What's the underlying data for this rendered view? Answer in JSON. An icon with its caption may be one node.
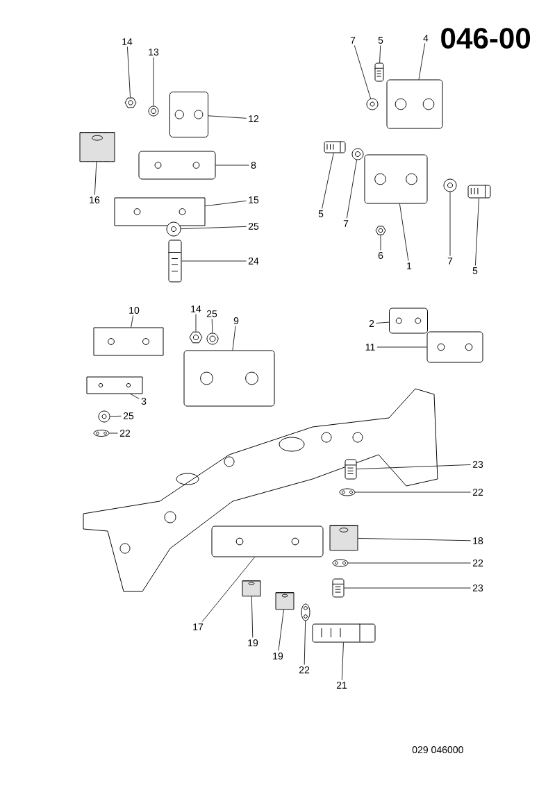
{
  "diagram": {
    "title": "046-00",
    "nodes": [
      {
        "text": [
          "14"
        ]
      },
      {
        "text": [],
        "shape": "picture"
      },
      {
        "text": [
          "13"
        ]
      },
      {
        "text": [],
        "shape": "picture"
      },
      {
        "text": [
          "12"
        ]
      },
      {
        "text": [],
        "shape": "picture"
      },
      {
        "text": [
          "8"
        ]
      },
      {
        "text": [],
        "shape": "picture"
      },
      {
        "text": [
          "16"
        ]
      },
      {
        "text": [],
        "shape": "picture"
      },
      {
        "text": [
          "15"
        ]
      },
      {
        "text": [],
        "shape": "picture"
      },
      {
        "text": [
          "25"
        ]
      },
      {
        "text": [],
        "shape": "picture"
      },
      {
        "text": [
          "24"
        ]
      },
      {
        "text": [],
        "shape": "picture"
      },
      {
        "text": [
          "7"
        ]
      },
      {
        "text": [],
        "shape": "picture"
      },
      {
        "text": [
          "5"
        ]
      },
      {
        "text": [],
        "shape": "picture"
      },
      {
        "text": [
          "4"
        ]
      },
      {
        "text": [],
        "shape": "picture"
      },
      {
        "text": [
          "5"
        ]
      },
      {
        "text": [],
        "shape": "picture"
      },
      {
        "text": [
          "7"
        ]
      },
      {
        "text": [],
        "shape": "picture"
      },
      {
        "text": [
          "1"
        ]
      },
      {
        "text": [],
        "shape": "picture"
      },
      {
        "text": [
          "6"
        ]
      },
      {
        "text": [],
        "shape": "picture"
      },
      {
        "text": [
          "7"
        ]
      },
      {
        "text": [],
        "shape": "picture"
      },
      {
        "text": [
          "5"
        ]
      },
      {
        "text": [],
        "shape": "picture"
      },
      {
        "text": [
          "10"
        ]
      },
      {
        "text": [],
        "shape": "picture"
      },
      {
        "text": [
          "14"
        ]
      },
      {
        "text": [],
        "shape": "picture"
      },
      {
        "text": [
          "25"
        ]
      },
      {
        "text": [],
        "shape": "picture"
      },
      {
        "text": [
          "9"
        ]
      },
      {
        "text": [],
        "shape": "picture"
      },
      {
        "text": [
          "3"
        ]
      },
      {
        "text": [],
        "shape": "picture"
      },
      {
        "text": [
          "25"
        ]
      },
      {
        "text": [],
        "shape": "picture"
      },
      {
        "text": [
          "22"
        ]
      },
      {
        "text": [],
        "shape": "picture"
      },
      {
        "text": [
          "2"
        ]
      },
      {
        "text": [],
        "shape": "picture"
      },
      {
        "text": [
          "11"
        ]
      },
      {
        "text": [],
        "shape": "picture"
      },
      {
        "text": [
          "23"
        ]
      },
      {
        "text": [],
        "shape": "picture"
      },
      {
        "text": [
          "22"
        ]
      },
      {
        "text": [],
        "shape": "picture"
      },
      {
        "text": [
          "18"
        ]
      },
      {
        "text": [],
        "shape": "picture"
      },
      {
        "text": [
          "22"
        ]
      },
      {
        "text": [],
        "shape": "picture"
      },
      {
        "text": [
          "23"
        ]
      },
      {
        "text": [],
        "shape": "picture"
      },
      {
        "text": [
          "17"
        ]
      },
      {
        "text": [],
        "shape": "picture"
      },
      {
        "text": [
          "19"
        ]
      },
      {
        "text": [],
        "shape": "picture"
      },
      {
        "text": [
          "19"
        ]
      },
      {
        "text": [],
        "shape": "picture"
      },
      {
        "text": [
          "22"
        ]
      },
      {
        "text": [],
        "shape": "picture"
      },
      {
        "text": [
          "21"
        ]
      },
      {
        "text": [],
        "shape": "picture"
      }
    ],
    "edges": [
      {
        "from": 0,
        "to": 1,
        "arrow": "none"
      },
      {
        "from": 2,
        "to": 3,
        "arrow": "none"
      },
      {
        "from": 4,
        "to": 5,
        "arrow": "none"
      },
      {
        "from": 6,
        "to": 7,
        "arrow": "none"
      },
      {
        "from": 8,
        "to": 9,
        "arrow": "none"
      },
      {
        "from": 10,
        "to": 11,
        "arrow": "none"
      },
      {
        "from": 12,
        "to": 13,
        "arrow": "none"
      },
      {
        "from": 14,
        "to": 15,
        "arrow": "none"
      },
      {
        "from": 16,
        "to": 17,
        "arrow": "none"
      },
      {
        "from": 18,
        "to": 19,
        "arrow": "none"
      },
      {
        "from": 20,
        "to": 21,
        "arrow": "none"
      },
      {
        "from": 22,
        "to": 23,
        "arrow": "none"
      },
      {
        "from": 24,
        "to": 25,
        "arrow": "none"
      },
      {
        "from": 26,
        "to": 27,
        "arrow": "none"
      },
      {
        "from": 28,
        "to": 29,
        "arrow": "none"
      },
      {
        "from": 30,
        "to": 31,
        "arrow": "none"
      },
      {
        "from": 32,
        "to": 33,
        "arrow": "none"
      },
      {
        "from": 34,
        "to": 35,
        "arrow": "none"
      },
      {
        "from": 36,
        "to": 37,
        "arrow": "none"
      },
      {
        "from": 38,
        "to": 39,
        "arrow": "none"
      },
      {
        "from": 40,
        "to": 41,
        "arrow": "none"
      },
      {
        "from": 42,
        "to": 43,
        "arrow": "none"
      },
      {
        "from": 44,
        "to": 45,
        "arrow": "none"
      },
      {
        "from": 46,
        "to": 47,
        "arrow": "none"
      },
      {
        "from": 48,
        "to": 49,
        "arrow": "none"
      },
      {
        "from": 50,
        "to": 51,
        "arrow": "none"
      },
      {
        "from": 52,
        "to": 53,
        "arrow": "none"
      },
      {
        "from": 54,
        "to": 55,
        "arrow": "none"
      },
      {
        "from": 56,
        "to": 57,
        "arrow": "none"
      },
      {
        "from": 58,
        "to": 59,
        "arrow": "none"
      },
      {
        "from": 60,
        "to": 61,
        "arrow": "none"
      },
      {
        "from": 62,
        "to": 63,
        "arrow": "none"
      },
      {
        "from": 64,
        "to": 65,
        "arrow": "none"
      },
      {
        "from": 66,
        "to": 67,
        "arrow": "none"
      },
      {
        "from": 68,
        "to": 69,
        "arrow": "none"
      },
      {
        "from": 70,
        "to": 71,
        "arrow": "none"
      }
    ],
    "labels": [
      "029 046000"
    ]
  }
}
